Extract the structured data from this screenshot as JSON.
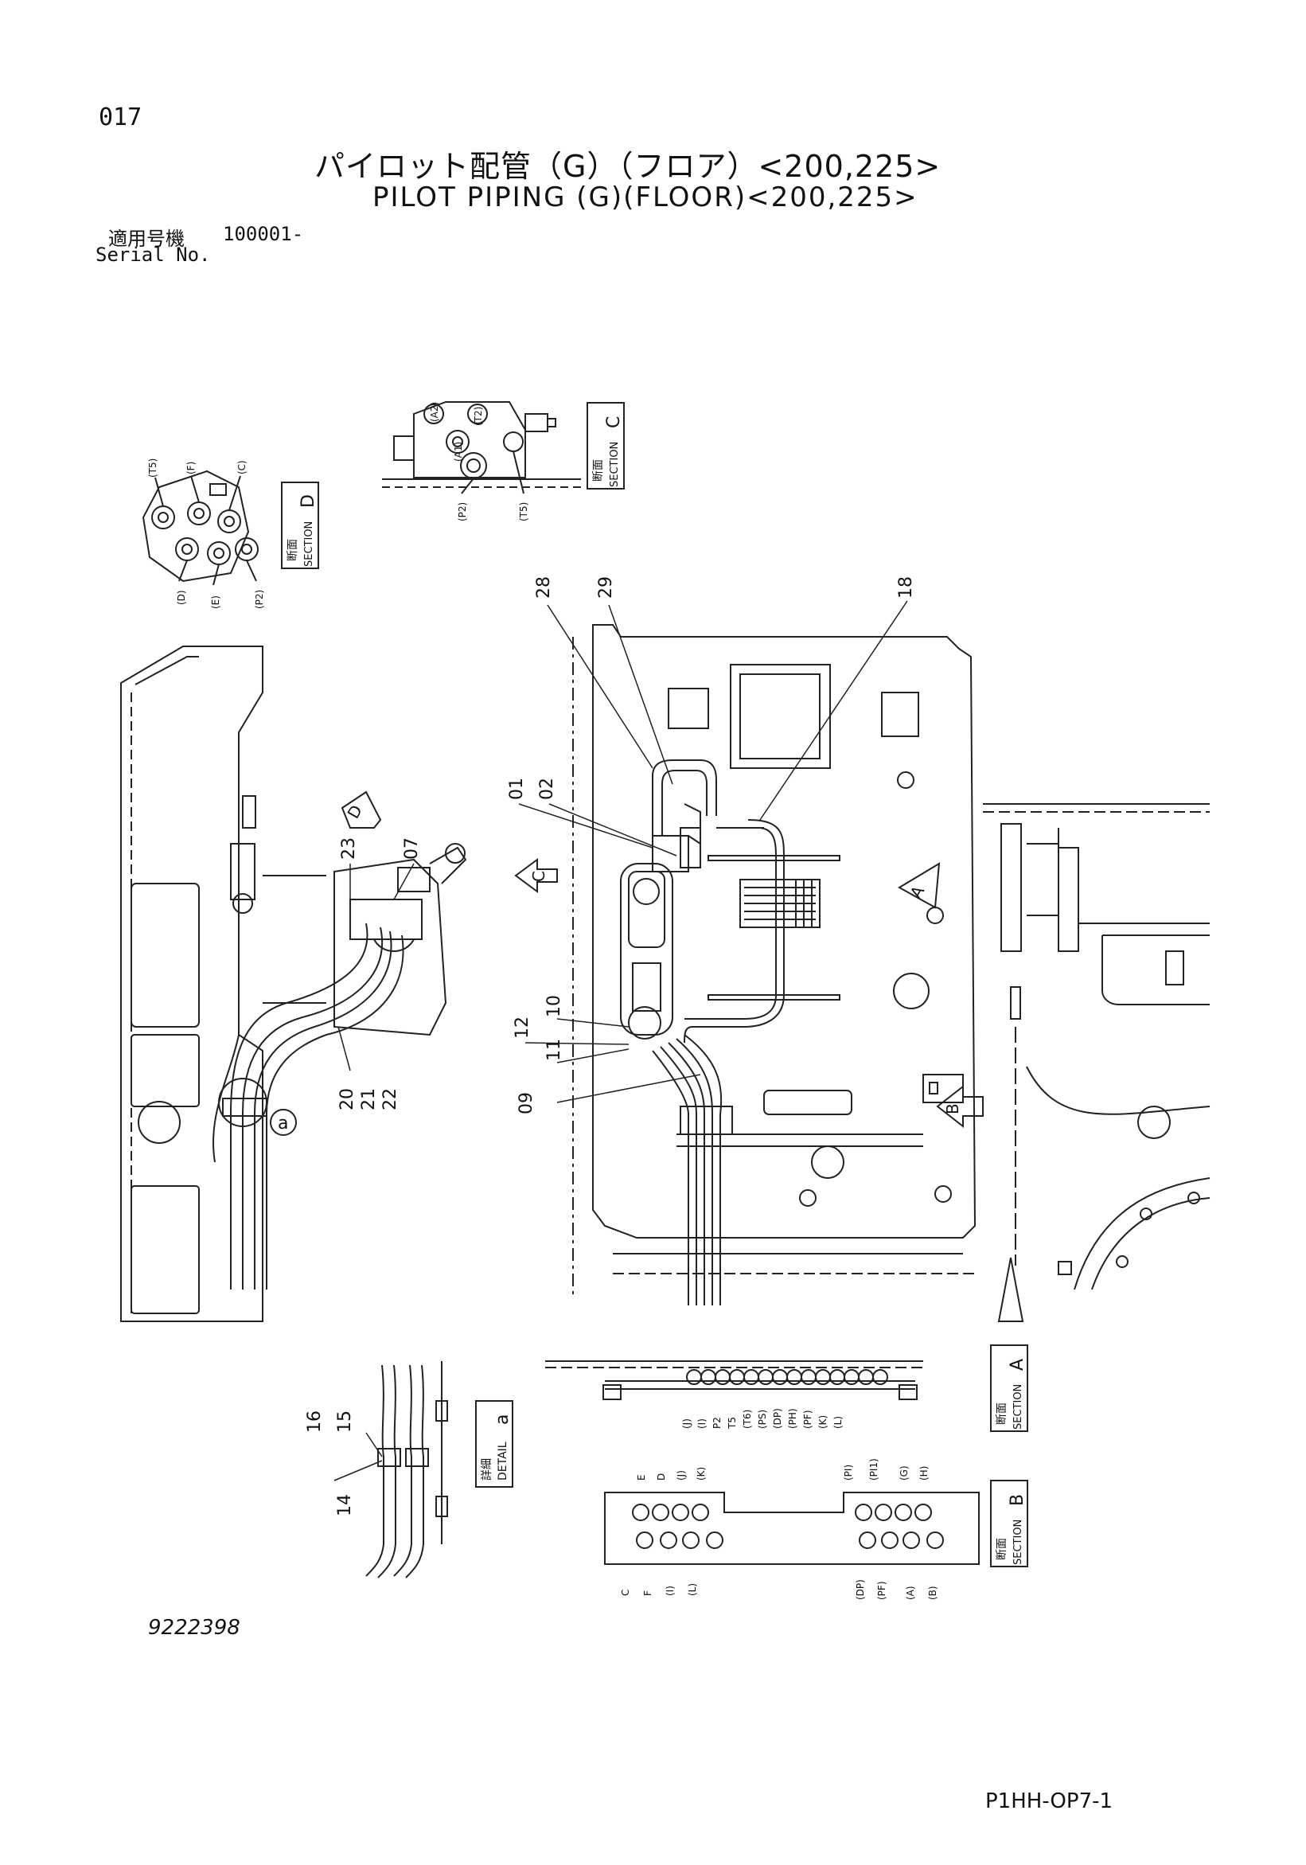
{
  "header": {
    "page_number": "017",
    "title_jp": "パイロット配管（G）（フロア）<200,225>",
    "title_en": "PILOT PIPING (G)(FLOOR)<200,225>",
    "serial_jp": "適用号機",
    "serial_value": "100001-",
    "serial_en": "Serial No."
  },
  "footer": {
    "drawing_number": "9222398",
    "page_code": "P1HH-OP7-1"
  },
  "section_labels": {
    "section_word": "SECTION",
    "detail_word": "DETAIL",
    "kanji_section": "断面",
    "kanji_detail": "詳細",
    "c": "C",
    "d": "D",
    "a": "A",
    "b": "B",
    "detail_a": "a"
  },
  "view_arrows": {
    "a": "A",
    "b": "B",
    "c": "C",
    "d": "D"
  },
  "callouts": {
    "c28": "28",
    "c29": "29",
    "c18": "18",
    "c01": "01",
    "c02": "02",
    "c23": "23",
    "c07": "07",
    "c10": "10",
    "c12": "12",
    "c11": "11",
    "c09": "09",
    "c20": "20",
    "c21": "21",
    "c22": "22",
    "c16": "16",
    "c15": "15",
    "c14": "14",
    "detail_marker": "a"
  },
  "section_d_ports": [
    "(T5)",
    "(F)",
    "(C)",
    "(D)",
    "(E)",
    "(P2)"
  ],
  "section_c_ports": [
    "(A1)",
    "(A2)",
    "(T2)",
    "(P2)",
    "(T5)"
  ],
  "section_a_ports": [
    "(J)",
    "(I)",
    "P2",
    "T5",
    "(T6)",
    "(PS)",
    "(DP)",
    "(PH)",
    "(PF)",
    "(K)",
    "(L)"
  ],
  "section_b_top_ports": [
    "E",
    "D",
    "(J)",
    "(K)",
    "(PI)",
    "(PI1)",
    "(G)",
    "(H)"
  ],
  "section_b_bottom_ports": [
    "C",
    "F",
    "(I)",
    "(L)",
    "(DP)",
    "(PF)",
    "(A)",
    "(B)"
  ]
}
